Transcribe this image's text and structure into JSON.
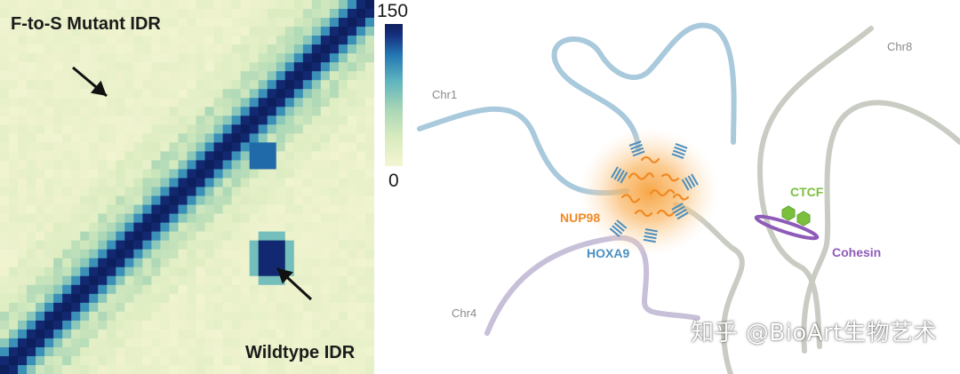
{
  "heatmap": {
    "mutant_label": "F-to-S Mutant IDR",
    "wildtype_label": "Wildtype IDR",
    "colorbar_max": "150",
    "colorbar_min": "0",
    "colormap": [
      "#f4f5d2",
      "#d9ebbf",
      "#a9d6b6",
      "#5eb4be",
      "#2478b4",
      "#16307f",
      "#0d1f5c"
    ],
    "range": [
      0,
      150
    ]
  },
  "diagram": {
    "chromosomes": [
      "Chr1",
      "Chr8",
      "Chr4"
    ],
    "proteins": {
      "nup98": "NUP98",
      "hoxa9": "HOXA9",
      "ctcf": "CTCF",
      "cohesin": "Cohesin"
    },
    "colors": {
      "chr1": "#a9c9dc",
      "chr8": "#c9ccc3",
      "chr4": "#c8bfd9",
      "nup98": "#f08a24",
      "hoxa9": "#4b8fbf",
      "ctcf": "#7cbf3e",
      "cohesin": "#8e5cb8"
    }
  },
  "watermark": "知乎 @BioArt生物艺术"
}
